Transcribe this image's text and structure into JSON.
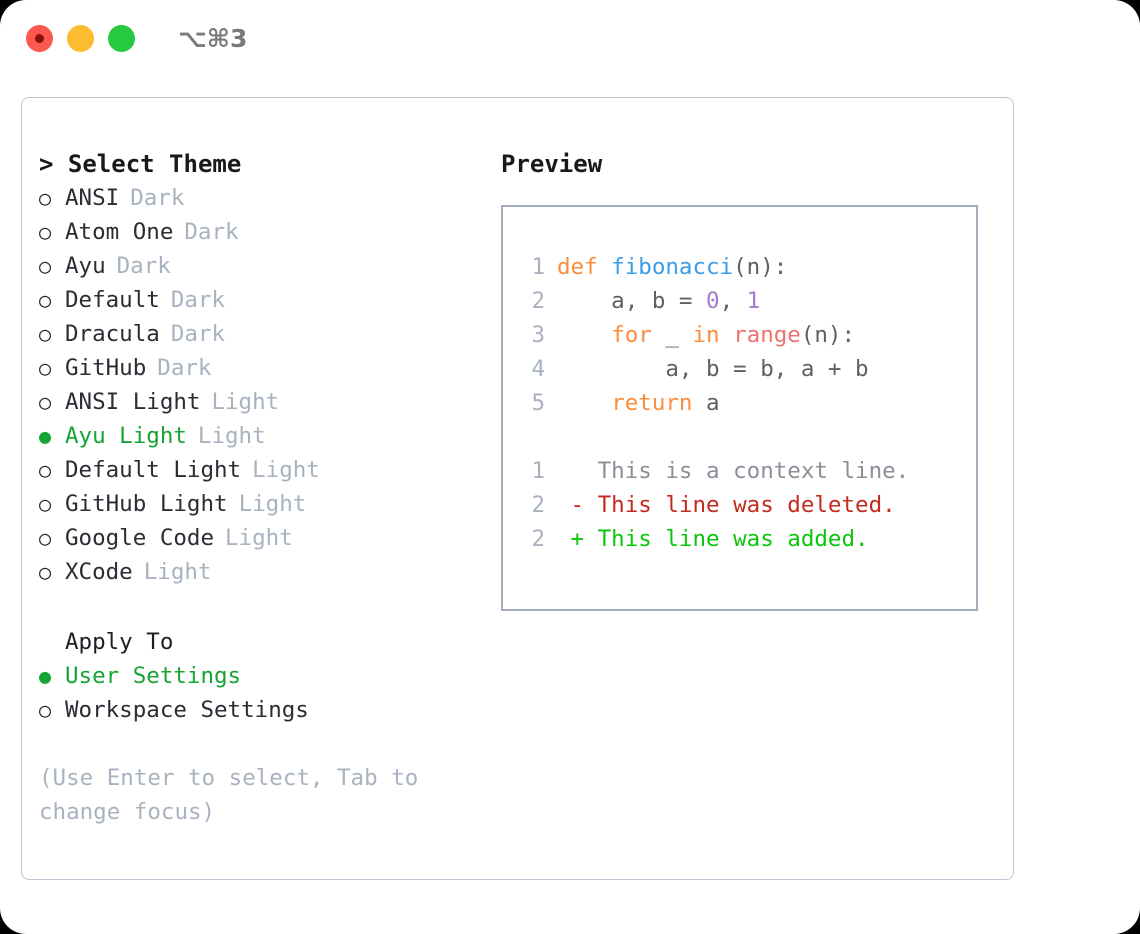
{
  "titlebar": {
    "shortcut": "⌥⌘3",
    "dots": [
      "record-red",
      "minimize-yellow",
      "maximize-green"
    ]
  },
  "colors": {
    "selected_green": "#16a434",
    "muted_gray": "#a9b2bf",
    "keyword_orange": "#fa8d3e",
    "function_blue": "#399ee6",
    "number_purple": "#a37acc",
    "builtin_red": "#f07171",
    "diff_delete_red": "#c42a1e",
    "diff_add_green": "#0bc70b",
    "panel_border": "#bcc6d4",
    "preview_border": "#a3adbd"
  },
  "theme_panel": {
    "heading": "> Select Theme",
    "markers": {
      "selected": "●",
      "unselected": "○"
    },
    "items": [
      {
        "name": "ANSI",
        "tag": "Dark",
        "selected": false
      },
      {
        "name": "Atom One",
        "tag": "Dark",
        "selected": false
      },
      {
        "name": "Ayu",
        "tag": "Dark",
        "selected": false
      },
      {
        "name": "Default",
        "tag": "Dark",
        "selected": false
      },
      {
        "name": "Dracula",
        "tag": "Dark",
        "selected": false
      },
      {
        "name": "GitHub",
        "tag": "Dark",
        "selected": false
      },
      {
        "name": "ANSI Light",
        "tag": "Light",
        "selected": false
      },
      {
        "name": "Ayu Light",
        "tag": "Light",
        "selected": true
      },
      {
        "name": "Default Light",
        "tag": "Light",
        "selected": false
      },
      {
        "name": "GitHub Light",
        "tag": "Light",
        "selected": false
      },
      {
        "name": "Google Code",
        "tag": "Light",
        "selected": false
      },
      {
        "name": "XCode",
        "tag": "Light",
        "selected": false
      }
    ]
  },
  "apply_to": {
    "heading": "Apply To",
    "options": [
      {
        "name": "User Settings",
        "selected": true
      },
      {
        "name": "Workspace Settings",
        "selected": false
      }
    ]
  },
  "hint": "(Use Enter to select, Tab to change focus)",
  "preview": {
    "heading": "Preview",
    "code_lines": [
      {
        "number": "1",
        "tokens": [
          {
            "text": "def ",
            "style": "kw"
          },
          {
            "text": "fibonacci",
            "style": "fn"
          },
          {
            "text": "(n):",
            "style": "pl"
          }
        ]
      },
      {
        "number": "2",
        "tokens": [
          {
            "text": "    a, b = ",
            "style": "pl"
          },
          {
            "text": "0",
            "style": "num"
          },
          {
            "text": ", ",
            "style": "pl"
          },
          {
            "text": "1",
            "style": "num"
          }
        ]
      },
      {
        "number": "3",
        "tokens": [
          {
            "text": "    ",
            "style": "pl"
          },
          {
            "text": "for",
            "style": "kw"
          },
          {
            "text": " _ ",
            "style": "pl"
          },
          {
            "text": "in",
            "style": "kw"
          },
          {
            "text": " ",
            "style": "pl"
          },
          {
            "text": "range",
            "style": "bi"
          },
          {
            "text": "(n):",
            "style": "pl"
          }
        ]
      },
      {
        "number": "4",
        "tokens": [
          {
            "text": "        a, b = b, a + b",
            "style": "pl"
          }
        ]
      },
      {
        "number": "5",
        "tokens": [
          {
            "text": "    ",
            "style": "pl"
          },
          {
            "text": "return",
            "style": "kw"
          },
          {
            "text": " a",
            "style": "pl"
          }
        ]
      }
    ],
    "diff_lines": [
      {
        "number": "1",
        "marker": " ",
        "text": " This is a context line.",
        "style": "ctx"
      },
      {
        "number": "2",
        "marker": "-",
        "text": " This line was deleted.",
        "style": "del"
      },
      {
        "number": "2",
        "marker": "+",
        "text": " This line was added.",
        "style": "add"
      }
    ]
  }
}
